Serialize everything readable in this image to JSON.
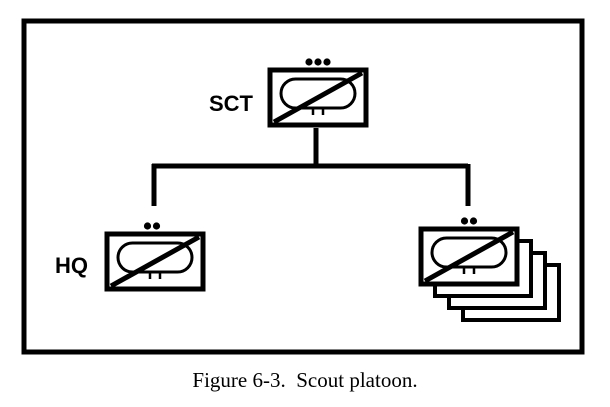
{
  "figure": {
    "caption_number": "Figure 6-3.",
    "caption_title": "Scout platoon."
  },
  "units": {
    "top": {
      "label": "SCT",
      "echelon_dots": 3,
      "stack_count": 1
    },
    "left": {
      "label": "HQ",
      "echelon_dots": 2,
      "stack_count": 1
    },
    "right": {
      "label": "",
      "echelon_dots": 2,
      "stack_count": 4
    }
  },
  "symbol": {
    "type": "armored-cavalry-unit-symbol"
  },
  "colors": {
    "ink": "#000000",
    "paper": "#ffffff"
  }
}
